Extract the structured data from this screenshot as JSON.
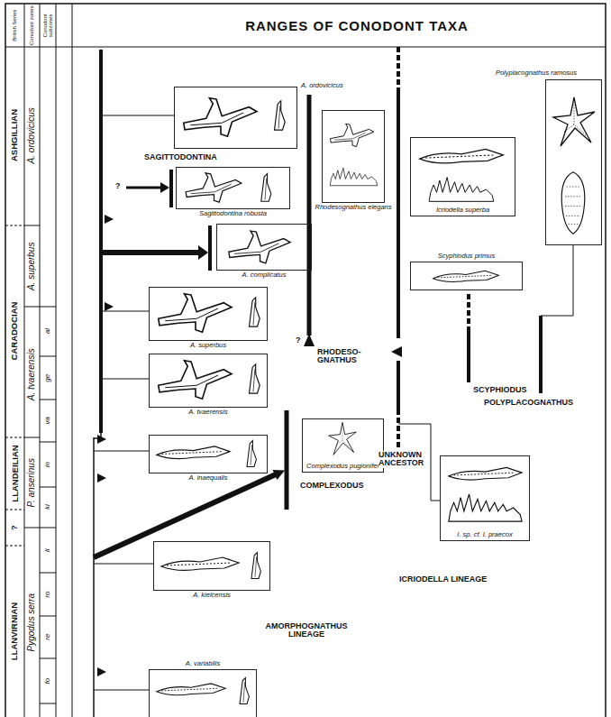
{
  "diagram": {
    "title": "RANGES OF CONODONT TAXA",
    "nodes": [
      {
        "text": [
          "A. ordovicicus"
        ]
      },
      {
        "text": [
          "Sagittodontina robusta"
        ]
      },
      {
        "text": [
          "A. complicatus"
        ]
      },
      {
        "text": [
          "A. superbus"
        ]
      },
      {
        "text": [
          "A. tvaerensis"
        ]
      },
      {
        "text": [
          "A. inaequalis"
        ]
      },
      {
        "text": [
          "Complexodus pugionifer"
        ]
      },
      {
        "text": [
          "Rhodesognathus elegans"
        ]
      },
      {
        "text": [
          "Icriodella superba"
        ]
      },
      {
        "text": [
          "Scyphiodus primus"
        ]
      },
      {
        "text": [
          "Polyplacognathus ramosus"
        ]
      },
      {
        "text": [
          "I. sp. cf. I. praecox"
        ]
      },
      {
        "text": [
          "A. kielcensis"
        ]
      },
      {
        "text": [
          "A. variabilis"
        ]
      }
    ],
    "labels": [
      "British Series",
      "Conodont zones",
      "Conodont subzones",
      "ASHGILLIAN",
      "CARADOCIAN",
      "LLANDEILIAN",
      "?",
      "LLANVIRNIAN",
      "A. ordovicicus",
      "A. superbus",
      "A. tvaerensis",
      "P. anserinus",
      "Pygodus serra",
      "al",
      "ge",
      "va",
      "in",
      "ki",
      "li",
      "ro",
      "re",
      "fo",
      "SAGITTODONTINA",
      "RHODESO- GNATHUS",
      "COMPLEXODUS",
      "UNKNOWN ANCESTOR",
      "ICRIODELLA LINEAGE",
      "AMORPHOGNATHUS LINEAGE",
      "SCYPHIODUS",
      "POLYPLACOGNATHUS",
      "?",
      "?"
    ]
  }
}
